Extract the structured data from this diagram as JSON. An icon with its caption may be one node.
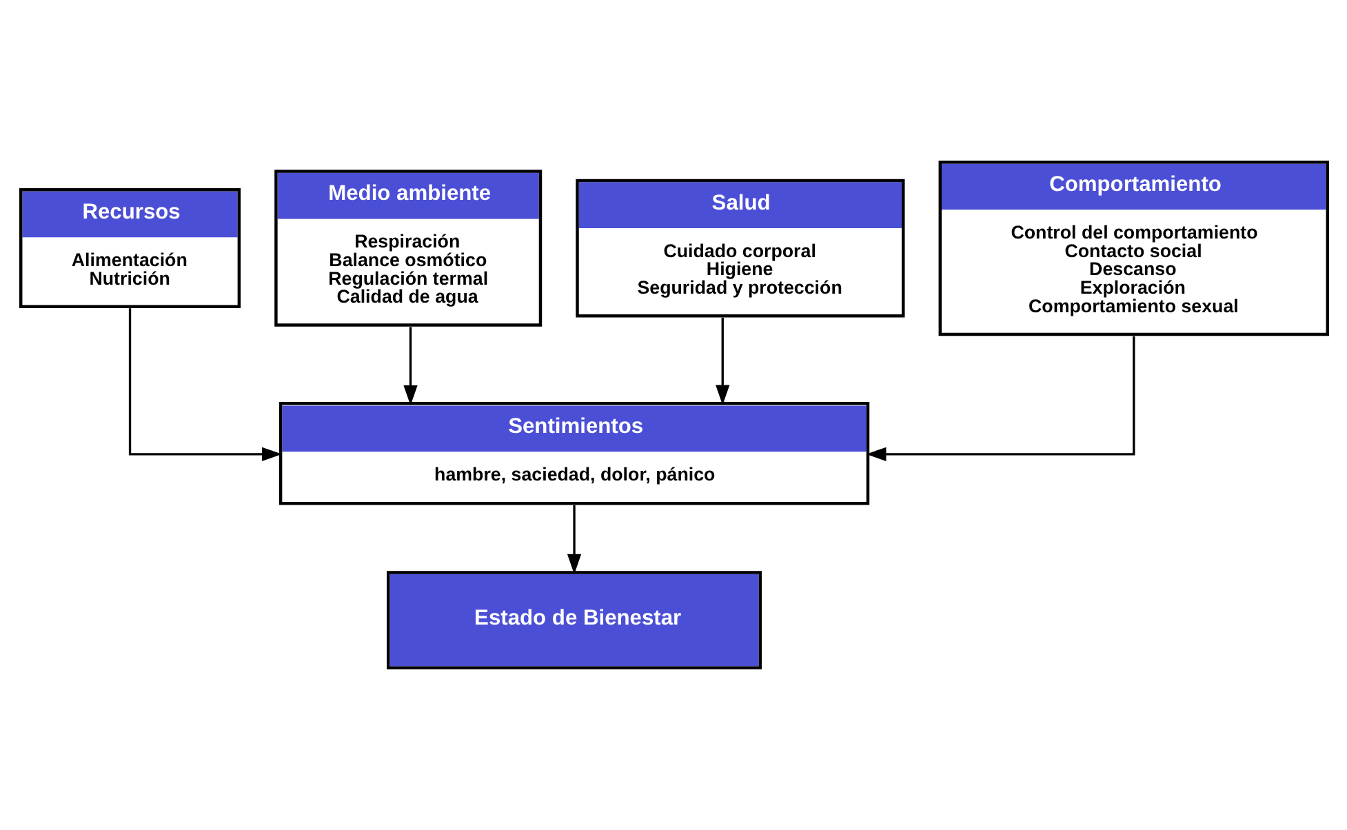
{
  "diagram": {
    "nodes": [
      {
        "text": [
          "Recursos",
          "Alimentación Nutrición"
        ]
      },
      {
        "text": [
          "Medio ambiente",
          "Respiración Balance osmótico Regulación termal Calidad de agua"
        ]
      },
      {
        "text": [
          "Salud",
          "Cuidado corporal Higiene Seguridad y protección"
        ]
      },
      {
        "text": [
          "Comportamiento",
          "Control del comportamiento Contacto social Descanso Exploración Comportamiento sexual"
        ]
      },
      {
        "text": [
          "Sentimientos",
          "hambre, saciedad, dolor, pánico"
        ]
      },
      {
        "text": [
          "Estado de Bienestar"
        ]
      }
    ],
    "edges": [
      {
        "from": 0,
        "to": 4,
        "arrow": "to"
      },
      {
        "from": 1,
        "to": 4,
        "arrow": "to"
      },
      {
        "from": 2,
        "to": 4,
        "arrow": "to"
      },
      {
        "from": 3,
        "to": 4,
        "arrow": "to"
      },
      {
        "from": 4,
        "to": 5,
        "arrow": "to"
      }
    ]
  }
}
